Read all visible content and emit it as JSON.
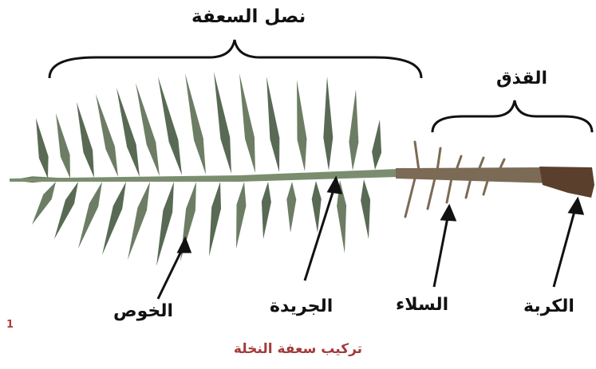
{
  "labels": {
    "blade": "نصل السعفة",
    "petiole": "القذق",
    "leaflets": "الخوص",
    "midrib": "الجريدة",
    "spines": "السلاء",
    "base": "الكربة"
  },
  "figure_number": "1",
  "caption": "تركيب سعفة النخلة",
  "colors": {
    "leaflet": "#5f7257",
    "leaflet_dark": "#4a5d45",
    "rachis": "#7a8e6f",
    "petiole": "#7b6a55",
    "base": "#5a3f2c",
    "caption": "#a33b3b"
  }
}
